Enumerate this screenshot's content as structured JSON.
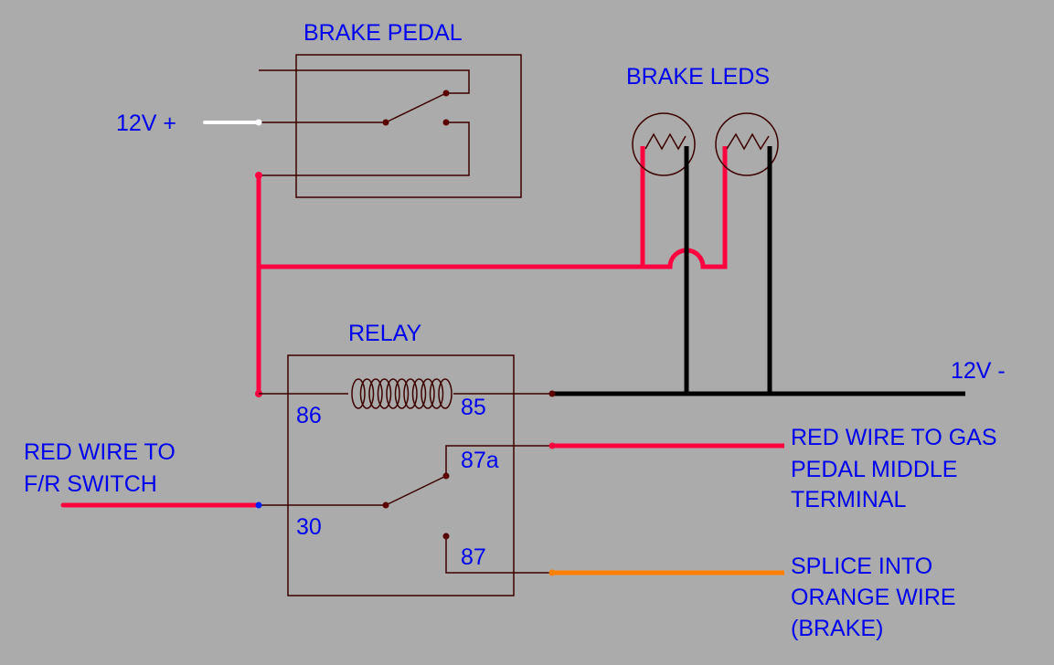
{
  "diagram": {
    "title": "Brake pedal relay wiring",
    "colors": {
      "background": "#ababab",
      "label": "#0000ee",
      "thin_wire": "#3d0000",
      "red_wire": "#ff0040",
      "black_wire": "#000000",
      "white_wire": "#ffffff",
      "orange_wire": "#ff8000",
      "node_blue": "#0020ff"
    },
    "labels": {
      "brake_pedal": "BRAKE PEDAL",
      "brake_leds": "BRAKE LEDS",
      "supply_positive": "12V +",
      "supply_negative": "12V -",
      "relay": "RELAY",
      "fr_switch_line1": "RED WIRE TO",
      "fr_switch_line2": "F/R SWITCH",
      "gas_pedal_line1": "RED WIRE TO GAS",
      "gas_pedal_line2": "PEDAL MIDDLE",
      "gas_pedal_line3": "TERMINAL",
      "orange_line1": "SPLICE INTO",
      "orange_line2": "ORANGE WIRE",
      "orange_line3": "(BRAKE)"
    },
    "relay_pins": {
      "pin86": "86",
      "pin85": "85",
      "pin87a": "87a",
      "pin30": "30",
      "pin87": "87"
    },
    "components": [
      {
        "id": "brake-pedal-switch",
        "type": "SPDT switch"
      },
      {
        "id": "brake-led-1",
        "type": "lamp"
      },
      {
        "id": "brake-led-2",
        "type": "lamp"
      },
      {
        "id": "relay",
        "type": "SPDT relay with coil"
      }
    ]
  }
}
